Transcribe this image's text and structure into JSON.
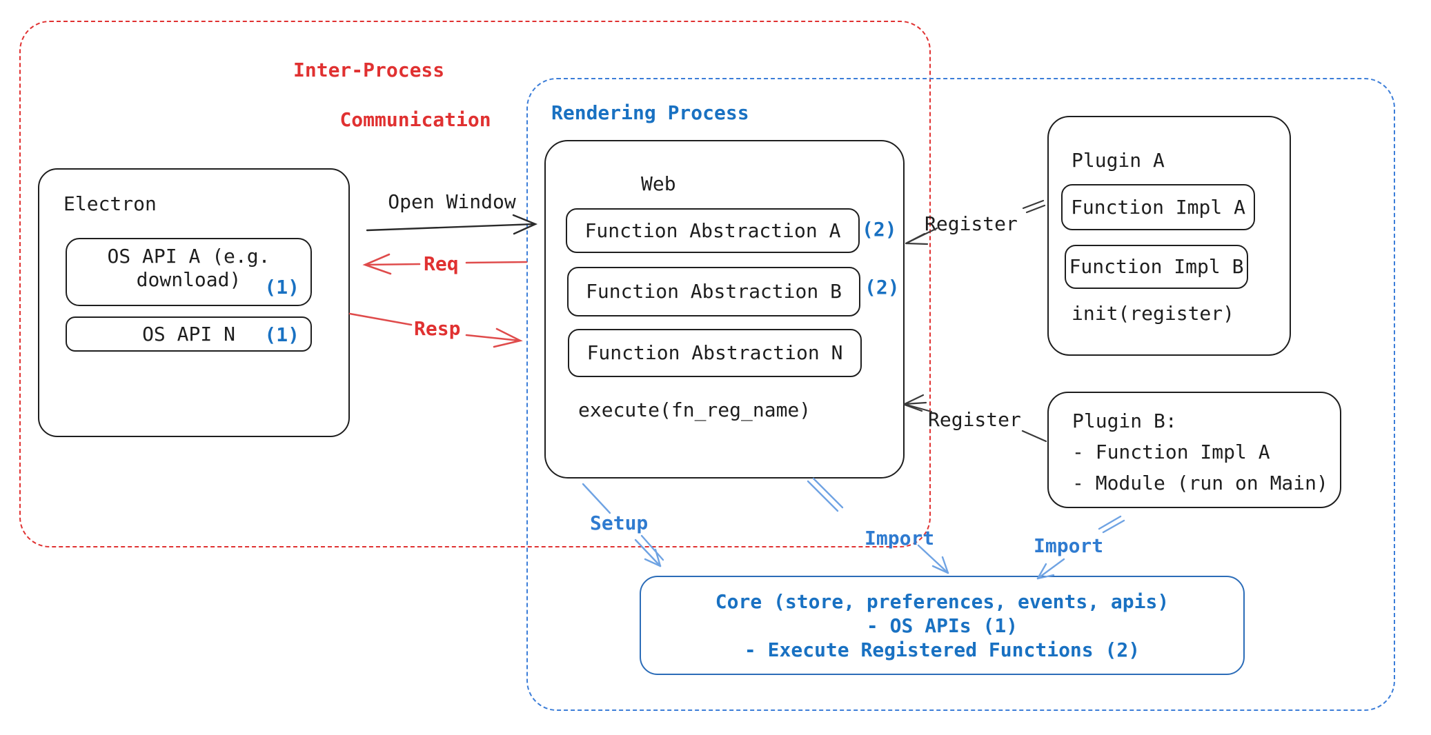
{
  "colors": {
    "red_accent": "#e03131",
    "blue_accent": "#1971c2",
    "light_blue_connector": "#6fa3e3",
    "ink_black": "#1e1e1e"
  },
  "ipc": {
    "label_line1": "Inter-Process",
    "label_line2": "Communication"
  },
  "rendering": {
    "label": "Rendering Process"
  },
  "electron": {
    "title": "Electron",
    "api_a_line1": "OS API A (e.g.",
    "api_a_line2": "download)",
    "api_a_badge": "(1)",
    "api_n_label": "OS API N",
    "api_n_badge": "(1)"
  },
  "ipc_arrows": {
    "open_window": "Open Window",
    "req": "Req",
    "resp": "Resp"
  },
  "web": {
    "title": "Web",
    "fa_a": "Function Abstraction A",
    "fa_a_badge": "(2)",
    "fa_b": "Function Abstraction B",
    "fa_b_badge": "(2)",
    "fa_n": "Function Abstraction N",
    "execute": "execute(fn_reg_name)"
  },
  "plugin_a": {
    "title": "Plugin A",
    "impl_a": "Function Impl A",
    "impl_b": "Function Impl B",
    "init": "init(register)"
  },
  "plugin_b": {
    "title": "Plugin B:",
    "item1": "- Function Impl A",
    "item2": "- Module (run on Main)"
  },
  "connectors": {
    "register_top": "Register",
    "register_bottom": "Register",
    "setup": "Setup",
    "import_web": "Import",
    "import_plugin": "Import"
  },
  "core": {
    "line1": "Core (store, preferences, events, apis)",
    "line2": "- OS APIs (1)",
    "line3": "- Execute Registered Functions (2)"
  }
}
